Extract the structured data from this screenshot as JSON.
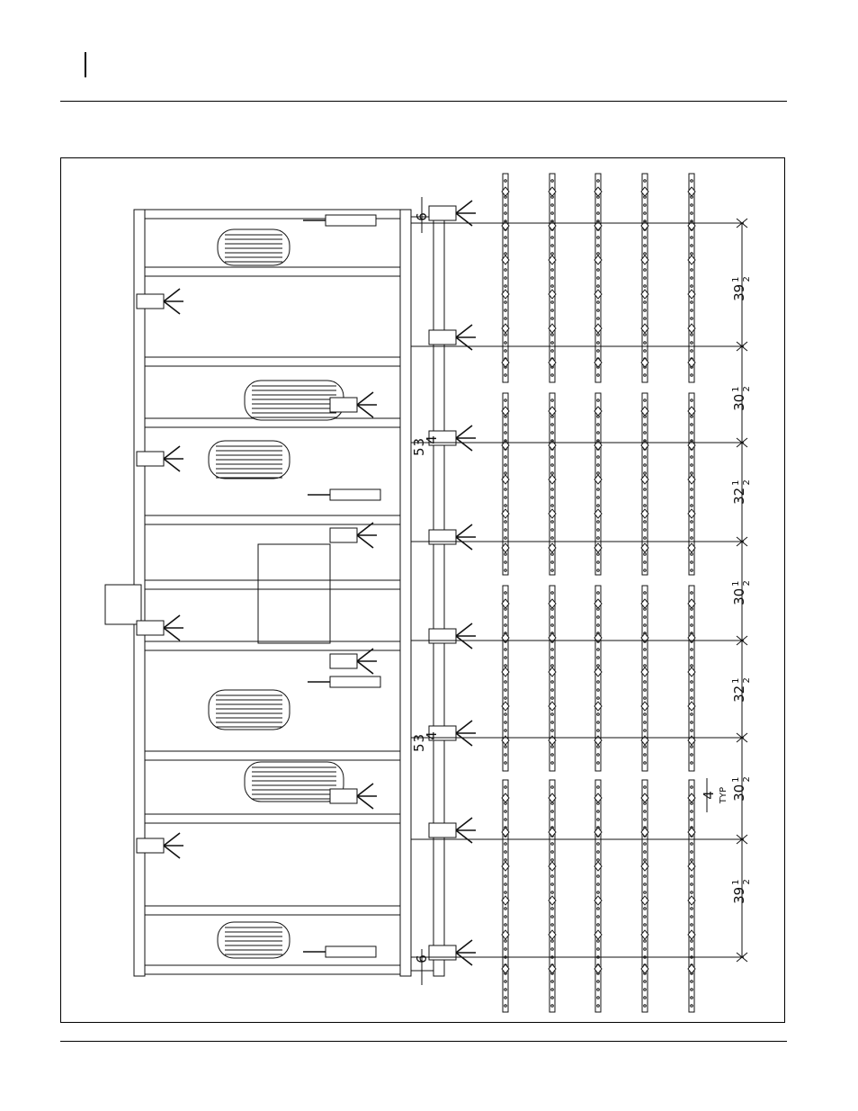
{
  "diagram": {
    "spacings": [
      {
        "whole": "39",
        "num": "1",
        "den": "2"
      },
      {
        "whole": "30",
        "num": "1",
        "den": "2"
      },
      {
        "whole": "32",
        "num": "1",
        "den": "2"
      },
      {
        "whole": "30",
        "num": "1",
        "den": "2"
      },
      {
        "whole": "32",
        "num": "1",
        "den": "2"
      },
      {
        "whole": "30",
        "num": "1",
        "den": "2"
      },
      {
        "whole": "39",
        "num": "1",
        "den": "2"
      }
    ],
    "edge_dims": [
      {
        "value": "6"
      },
      {
        "value": "6"
      }
    ],
    "offset_dims": [
      {
        "whole": "5",
        "num": "3",
        "den": "4"
      },
      {
        "whole": "5",
        "num": "3",
        "den": "4"
      }
    ],
    "typ_dim": {
      "value": "4",
      "note": "TYP"
    }
  }
}
